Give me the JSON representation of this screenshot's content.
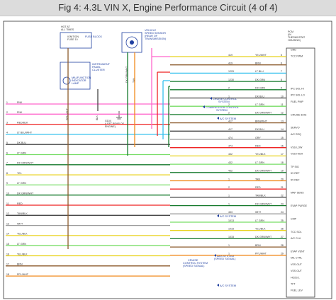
{
  "title": "Fig 4: 4.3L VIN X, Engine Performance Circuit (4 of 4)",
  "colors": {
    "background": "#ffffff",
    "title_bar": "#dcdcdc",
    "component_label": "#1f3fa0",
    "pink": "#ff66cc",
    "red": "#ee2222",
    "lt_blu": "#33c0ee",
    "dk_grn": "#157a2c",
    "lt_grn": "#77dd66",
    "yel": "#e8d21c",
    "orn": "#f08a1c",
    "brn": "#8b5a2b",
    "blk": "#444444",
    "gry": "#999999"
  },
  "components": {
    "top_left_fuse": {
      "lines": [
        "HOT AT",
        "ALL TIMES",
        "IGNITION",
        "FUSE 10",
        "FUSE BLOCK"
      ]
    },
    "vss": {
      "lines": [
        "VEHICLE",
        "SPEED SENSOR",
        "(REAR OF",
        "TRANSMISSION)"
      ]
    },
    "ipc": {
      "lines": [
        "INSTRUMENT",
        "PANEL",
        "CLUSTER"
      ]
    },
    "mil": {
      "lines": [
        "MALFUNCTION",
        "INDICATOR",
        "LAMP"
      ]
    },
    "ground": {
      "lines": [
        "G104",
        "(LEFT REAR OF",
        "ENGINE)"
      ]
    },
    "pcm": {
      "lines": [
        "PCM",
        "(IN",
        "THERMOSTAT",
        "HOUSING)"
      ]
    },
    "cruise": {
      "lines": [
        "CRUISE CONTROL",
        "SYSTEM"
      ]
    },
    "compressor": {
      "lines": [
        "COMPRESSOR CONTROL",
        "SYSTEM"
      ]
    },
    "ac_system": {
      "lines": [
        "A/C SYSTEM"
      ]
    },
    "ac_system_2": {
      "lines": [
        "A/C SYSTEM"
      ]
    },
    "abs_system": {
      "lines": [
        "ABS SYSTEM",
        "(SPEED SIGNAL)"
      ]
    },
    "cruise_control_2": {
      "lines": [
        "CRUISE",
        "CONTROL SYSTEM",
        "(SPEED SIGNAL)"
      ]
    },
    "ac_system_3": {
      "lines": [
        "A/C SYSTEM"
      ]
    }
  },
  "wires_right": [
    {
      "name": "YEL/WHT",
      "circuit": "419",
      "pin": "5",
      "color": "yel"
    },
    {
      "name": "BRN",
      "circuit": "419",
      "pin": "6",
      "color": "brn"
    },
    {
      "name": "LT BLU",
      "circuit": "1229",
      "pin": "7",
      "color": "lt_blu"
    },
    {
      "name": "DK GRN",
      "circuit": "1230",
      "pin": "8",
      "color": "dk_grn"
    },
    {
      "name": "DK GRN",
      "circuit": "2",
      "pin": "9",
      "color": "dk_grn"
    },
    {
      "name": "DK BLU",
      "circuit": "1",
      "pin": "10",
      "color": "blk"
    },
    {
      "name": "LT GRN",
      "circuit": "2",
      "pin": "11",
      "color": "lt_grn"
    },
    {
      "name": "DK GRN/WHT",
      "circuit": "2",
      "pin": "12",
      "color": "dk_grn"
    },
    {
      "name": "BRN/WHT",
      "circuit": "417",
      "pin": "13",
      "color": "brn"
    },
    {
      "name": "DK BLU",
      "circuit": "417",
      "pin": "14",
      "color": "blk"
    },
    {
      "name": "GRY",
      "circuit": "474",
      "pin": "15",
      "color": "gry"
    },
    {
      "name": "RED",
      "circuit": "474",
      "pin": "16",
      "color": "red"
    },
    {
      "name": "YEL/BLK",
      "circuit": "432",
      "pin": "17",
      "color": "yel"
    },
    {
      "name": "LT GRN",
      "circuit": "432",
      "pin": "18",
      "color": "lt_grn"
    },
    {
      "name": "DK GRN/WHT",
      "circuit": "432",
      "pin": "19",
      "color": "dk_grn"
    },
    {
      "name": "TAN",
      "circuit": "1",
      "pin": "20",
      "color": "orn"
    },
    {
      "name": "RED",
      "circuit": "2",
      "pin": "21",
      "color": "red"
    },
    {
      "name": "TAN/BLK",
      "circuit": "1",
      "pin": "22",
      "color": "blk"
    },
    {
      "name": "DK GRN/WHT",
      "circuit": "1",
      "pin": "23",
      "color": "dk_grn"
    },
    {
      "name": "WHT",
      "circuit": "433",
      "pin": "24",
      "color": "gry"
    },
    {
      "name": "LT GRN",
      "circuit": "1013",
      "pin": "25",
      "color": "lt_grn"
    },
    {
      "name": "YEL/BLK",
      "circuit": "1015",
      "pin": "26",
      "color": "yel"
    },
    {
      "name": "DK GRN/WHT",
      "circuit": "1015",
      "pin": "27",
      "color": "dk_grn"
    },
    {
      "name": "BRN",
      "circuit": "1",
      "pin": "28",
      "color": "brn"
    },
    {
      "name": "PPL/WHT",
      "circuit": "1",
      "pin": "29",
      "color": "orn"
    }
  ],
  "pcm_pins": [
    "GND",
    "TCC PWM",
    "",
    "",
    "",
    "",
    "IPC SOL HI",
    "IPC SOL LO",
    "FUEL PMP",
    "",
    "CRUISE ENG",
    "",
    "SERVO",
    "A/C REQ",
    "",
    "VSS LOW",
    "VSS HIGH",
    "",
    "TP SIG",
    "5V REF",
    "5V REF",
    "",
    "MAP SENS",
    "",
    "EVAP PURGE",
    "",
    "CMP",
    "",
    "TCC SOL",
    "A/C CLU",
    "",
    "EVAP VENT",
    "MIL CTRL",
    "VSS OUT",
    "VSS OUT",
    "HO2S 1",
    "TFT",
    "FUEL LEV"
  ],
  "left_wires": [
    "PNK",
    "PNK",
    "RED/BLK",
    "LT BLU/WHT",
    "DK BLU",
    "LT GRN",
    "DK GRN/WHT",
    "YEL",
    "LT GRN",
    "DK GRN/WHT",
    "RED",
    "TAN/BLK",
    "WHT",
    "YEL/BLK",
    "LT GRN",
    "YEL/BLK",
    "BRN",
    "PPL/WHT"
  ],
  "left_pins": [
    "1",
    "2",
    "3",
    "4",
    "5",
    "6",
    "7",
    "8",
    "9",
    "10",
    "11",
    "12",
    "13",
    "14",
    "15",
    "16",
    "17",
    "18"
  ],
  "misc": {
    "g": "G104",
    "wire_vert_1": "BRN/WHT",
    "wire_vert_2": "BLK",
    "wire_vert_3": "DK GRN/WHT",
    "wire_vert_4": "TAN"
  }
}
